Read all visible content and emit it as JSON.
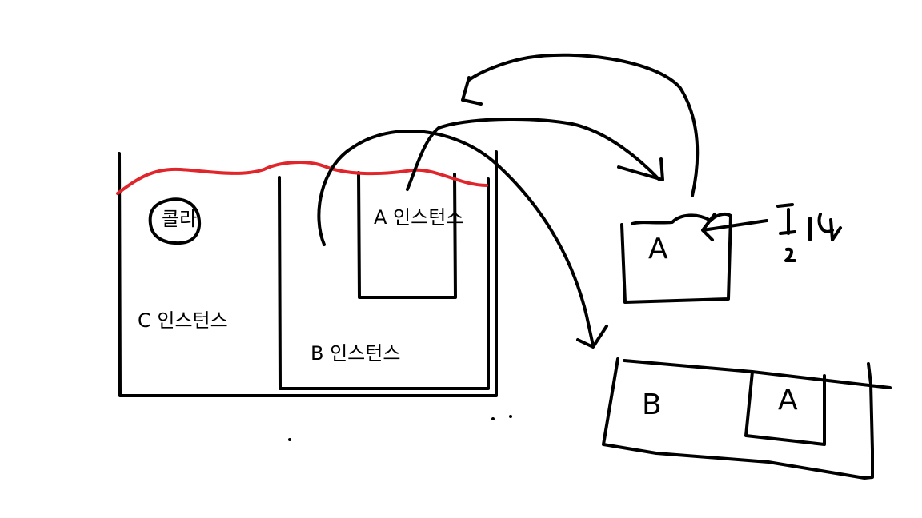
{
  "diagram": {
    "labels": {
      "cola": "콜라",
      "c_instance": "C 인스턴스",
      "b_instance": "B 인스턴스",
      "a_instance": "A 인스턴스"
    },
    "handwritten": {
      "small_box_letter": "A",
      "big_box_b": "B",
      "big_box_a": "A"
    },
    "colors": {
      "ink": "#000000",
      "liquid_line": "#e0262b",
      "background": "#ffffff"
    }
  }
}
